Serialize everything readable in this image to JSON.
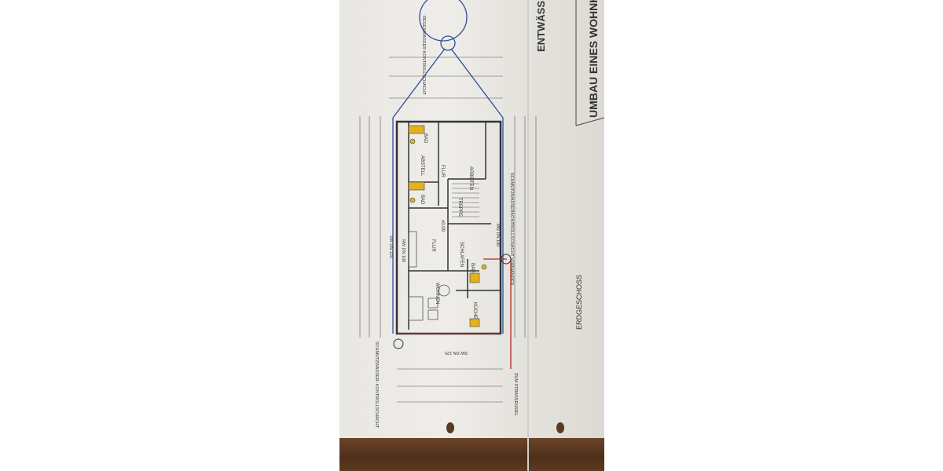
{
  "title_block": {
    "heading": "ENTWÄSS",
    "project": "UMBAU EINES WOHNHA"
  },
  "plan": {
    "floor_label": "ERDGESCHOSS",
    "rooms": [
      "ARBEITEN",
      "FLUR",
      "ABSTELL",
      "BAD",
      "BAD",
      "TREPPE",
      "FLUR",
      "SCHLAFEN",
      "BAD",
      "WOHNEN",
      "KÜCHE"
    ],
    "annotations": {
      "rain_shaft": "REGENWASSER KONTROLLSCHACHT",
      "sewage_shaft": "SCHMUTZWASSER- KONTROLLSCHACHT",
      "sewage_shaft_existing": "SCHMUTZWASSERKONTROLLSCHACHT VORHANDEN",
      "to_sewer": "ZUM STRASSENSIEL",
      "pipe_sw": "SW DN 125",
      "pipe_rw": "RW DN 100",
      "pipe_rw_right": "RW DN 100",
      "pipe_sw_bottom": "SW DN 125",
      "level": "±0.00"
    },
    "colors": {
      "drain_line": "#2a4fa0",
      "sewer_line": "#b02a2a",
      "fixture": "#e2b21c"
    }
  }
}
